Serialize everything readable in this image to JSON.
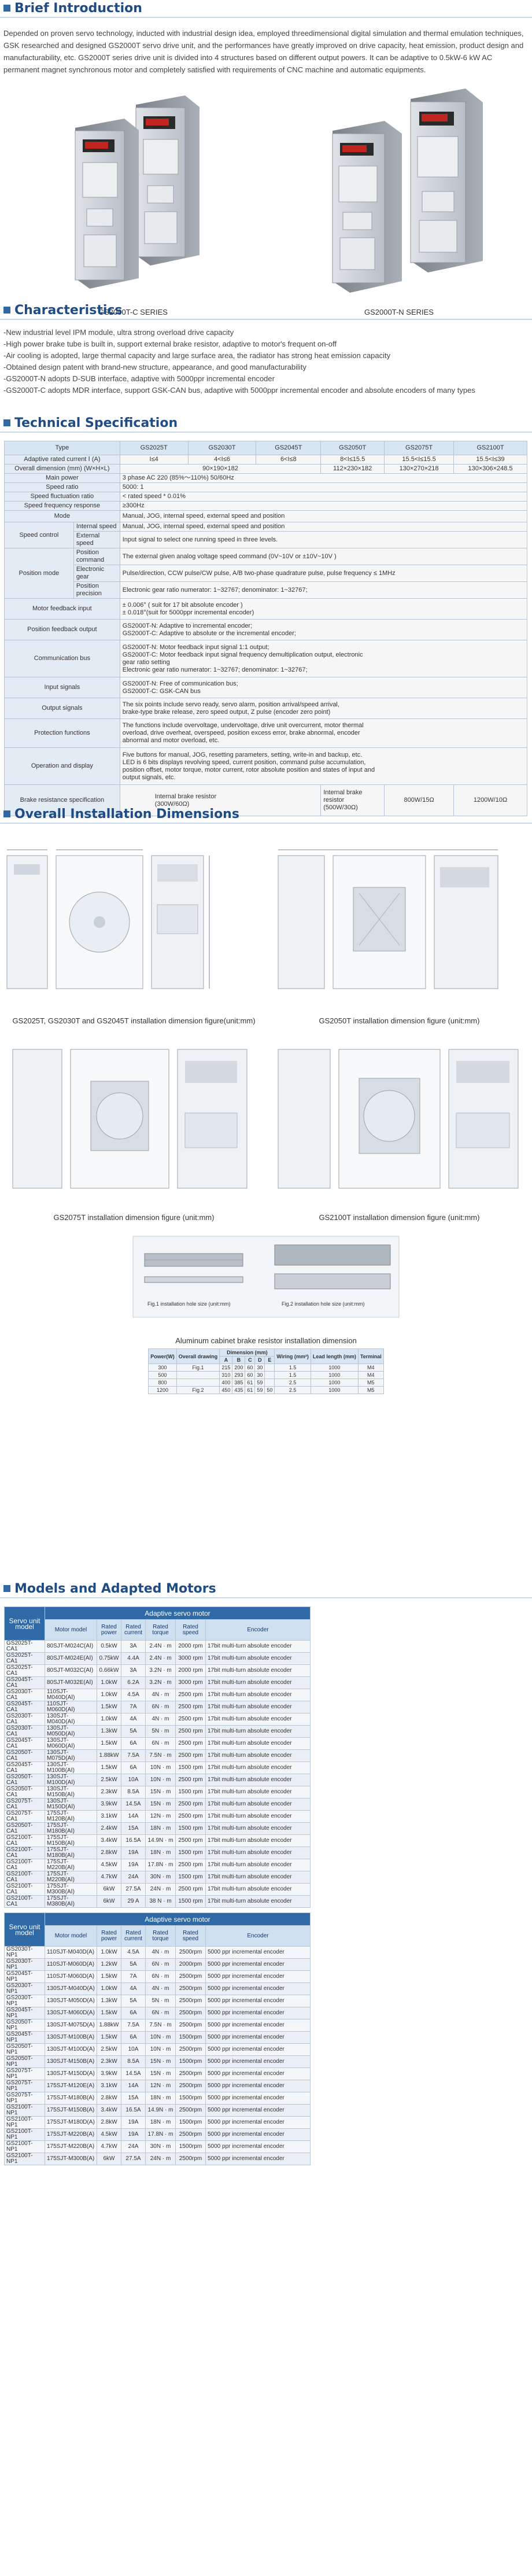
{
  "brief": {
    "title": "Brief Introduction",
    "text": "Depended on proven servo technology, inducted with industrial design idea, employed threedimensional digital simulation and thermal emulation techniques, GSK researched and designed GS2000T servo drive unit, and the performances have greatly improved on drive capacity, heat emission, product design and manufacturability, etc. GS2000T series drive unit is divided into 4 structures based on different output powers. It can be adaptive to 0.5kW-6 kW AC permanent magnet synchronous motor and completely satisfied with requirements of CNC machine and automatic equipments.",
    "products": [
      "GS2000T-C SERIES",
      "GS2000T-N SERIES"
    ]
  },
  "characteristics": {
    "title": "Characteristics",
    "items": [
      "-New industrial level IPM module, ultra strong overload drive capacity",
      "-High power brake tube is built in, support external brake resistor, adaptive to motor's frequent on-off",
      "-Air cooling is adopted, large thermal capacity and large surface area, the radiator has strong heat emission capacity",
      "-Obtained design patent with brand-new structure, appearance, and good manufacturability",
      "-GS2000T-N adopts D-SUB interface, adaptive with 5000ppr incremental encoder",
      "-GS2000T-C adopts MDR interface, support GSK-CAN bus, adaptive with 5000ppr incremental encoder and absolute encoders of many types"
    ]
  },
  "spec": {
    "title": "Technical Specification",
    "headers": [
      "Type",
      "GS2025T",
      "GS2030T",
      "GS2045T",
      "GS2050T",
      "GS2075T",
      "GS2100T"
    ],
    "rated_current": {
      "label": "Adaptive rated current Ⅰ (A)",
      "values": [
        "I≤4",
        "4<I≤6",
        "6<I≤8",
        "8<I≤15.5",
        "15.5<I≤15.5",
        "15.5<I≤39"
      ]
    },
    "dimension": {
      "label": "Overall dimension (mm) (W×H×L)",
      "values": [
        "90×190×182",
        "112×230×182",
        "130×270×218",
        "130×306×248.5"
      ]
    },
    "rows": [
      {
        "label": "Main power",
        "value": "3 phase AC 220 (85%～110%) 50/60Hz"
      },
      {
        "label": "Speed ratio",
        "value": "5000: 1"
      },
      {
        "label": "Speed fluctuation ratio",
        "value": "< rated speed * 0.01%"
      },
      {
        "label": "Speed frequency response",
        "value": "≥300Hz"
      },
      {
        "label": "Mode",
        "value": "Manual, JOG, internal speed, external speed and position"
      }
    ],
    "speed_control": {
      "label": "Speed control",
      "rows": [
        {
          "sub": "Internal speed",
          "value": "Manual, JOG, internal speed, external speed and position"
        },
        {
          "sub": "External speed",
          "value": "Input signal to select one running speed in three levels."
        }
      ]
    },
    "position_mode": {
      "label": "Position mode",
      "rows": [
        {
          "sub": "Position command",
          "value": "The external given analog voltage speed command (0V~10V or ±10V~10V )"
        },
        {
          "sub": "Electronic gear",
          "value": "Pulse/direction, CCW pulse/CW pulse, A/B two-phase quadrature pulse, pulse frequency ≤ 1MHz"
        },
        {
          "sub": "Position precision",
          "value": "Electronic gear ratio numerator: 1~32767; denominator: 1~32767;"
        }
      ]
    },
    "motor_feedback": {
      "label": "Motor feedback input",
      "lines": [
        "± 0.006° ( suit for 17 bit absolute encoder )",
        "± 0.018°(suit for 5000ppr incremental encoder)"
      ]
    },
    "position_output": {
      "label": "Position feedback output",
      "lines": [
        "GS2000T-N: Adaptive to incremental encoder;",
        "GS2000T-C: Adaptive to absolute or the incremental encoder;"
      ]
    },
    "comm_bus": {
      "label": "Communication bus",
      "lines": [
        "GS2000T-N: Motor feedback input signal 1:1 output;",
        "GS2000T-C: Motor feedback input signal frequency demultiplication output, electronic",
        "gear ratio setting",
        "Electronic gear ratio numerator: 1~32767; denominator: 1~32767;"
      ]
    },
    "input_signals": {
      "label": "Input signals",
      "lines": [
        "GS2000T-N: Free of communication bus;",
        "GS2000T-C: GSK-CAN bus"
      ]
    },
    "output_signals": {
      "label": "Output signals",
      "lines": [
        "The six points include servo ready, servo alarm, position arrival/speed arrival,",
        "brake-type brake release, zero speed output, Z pulse (encoder zero point)"
      ]
    },
    "protection": {
      "label": "Protection functions",
      "lines": [
        "The functions include overvoltage, undervoltage, drive unit overcurrent, motor thermal",
        "overload, drive overheat, overspeed, position excess error, brake abnormal, encoder",
        "abnormal and motor overload, etc."
      ]
    },
    "operation": {
      "label": "Operation and display",
      "lines": [
        "Five buttons for manual, JOG, resetting parameters, setting, write-in and backup, etc.",
        "LED is 6 bits displays revolving speed, current position, command pulse accumulation,",
        "position offset, motor torque, motor current, rotor absolute position and states of input and",
        "output signals, etc."
      ]
    },
    "brake": {
      "label": "Brake resistance specification",
      "c1": [
        "Internal brake resistor",
        "(300W/60Ω)"
      ],
      "c2": [
        "Internal brake",
        "resistor",
        "(500W/30Ω)"
      ],
      "c3": "800W/15Ω",
      "c4": "1200W/10Ω"
    }
  },
  "installation": {
    "title": "Overall Installation Dimensions",
    "captions": [
      "GS2025T, GS2030T and GS2045T installation dimension figure(unit:mm)",
      "GS2050T installation dimension figure (unit:mm)",
      "GS2075T installation dimension figure (unit:mm)",
      "GS2100T installation dimension figure (unit:mm)"
    ],
    "fig1": "Fig.1 installation hole size (unit:mm)",
    "fig2": "Fig.2 installation hole size (unit:mm)",
    "brake_caption": "Aluminum cabinet brake resistor installation dimension",
    "brake_table": {
      "headers": [
        "Power(W)",
        "Overall drawing",
        "Dimension (mm)",
        "Wiring (mm²)",
        "Lead length (mm)",
        "Terminal"
      ],
      "dim_sub": [
        "A",
        "B",
        "C",
        "D",
        "E"
      ],
      "rows": [
        [
          "300",
          "Fig.1",
          "215",
          "200",
          "60",
          "30",
          "",
          "1.5",
          "1000",
          "M4"
        ],
        [
          "500",
          "",
          "310",
          "293",
          "60",
          "30",
          "",
          "1.5",
          "1000",
          "M4"
        ],
        [
          "800",
          "",
          "400",
          "385",
          "61",
          "59",
          "",
          "2.5",
          "1000",
          "M5"
        ],
        [
          "1200",
          "Fig.2",
          "450",
          "435",
          "61",
          "59",
          "50",
          "2.5",
          "1000",
          "M5"
        ]
      ]
    }
  },
  "models": {
    "title": "Models and Adapted Motors",
    "table_c": {
      "top": "Adaptive servo motor",
      "headers": [
        "Servo unit model",
        "Motor model",
        "Rated power",
        "Rated current",
        "Rated torque",
        "Rated speed",
        "Encoder"
      ],
      "rows": [
        [
          "GS2025T-CA1",
          "80SJT-M024C(AⅠ)",
          "0.5kW",
          "3A",
          "2.4N · m",
          "2000 rpm",
          "17bit multi-turn absolute encoder"
        ],
        [
          "GS2025T-CA1",
          "80SJT-M024E(AⅠ)",
          "0.75kW",
          "4.4A",
          "2.4N · m",
          "3000 rpm",
          "17bit multi-turn absolute encoder"
        ],
        [
          "GS2025T-CA1",
          "80SJT-M032C(AⅠ)",
          "0.66kW",
          "3A",
          "3.2N · m",
          "2000 rpm",
          "17bit multi-turn absolute encoder"
        ],
        [
          "GS2045T-CA1",
          "80SJT-M032E(AⅠ)",
          "1.0kW",
          "6.2A",
          "3.2N · m",
          "3000 rpm",
          "17bit multi-turn absolute encoder"
        ],
        [
          "GS2030T-CA1",
          "110SJT-M040D(AⅠ)",
          "1.0kW",
          "4.5A",
          "4N · m",
          "2500 rpm",
          "17bit multi-turn absolute encoder"
        ],
        [
          "GS2045T-CA1",
          "110SJT-M060D(AⅠ)",
          "1.5kW",
          "7A",
          "6N · m",
          "2500 rpm",
          "17bit multi-turn absolute encoder"
        ],
        [
          "GS2030T-CA1",
          "130SJT-M040D(AⅠ)",
          "1.0kW",
          "4A",
          "4N · m",
          "2500 rpm",
          "17bit multi-turn absolute encoder"
        ],
        [
          "GS2030T-CA1",
          "130SJT-M050D(AⅠ)",
          "1.3kW",
          "5A",
          "5N · m",
          "2500 rpm",
          "17bit multi-turn absolute encoder"
        ],
        [
          "GS2045T-CA1",
          "130SJT-M060D(AⅠ)",
          "1.5kW",
          "6A",
          "6N · m",
          "2500 rpm",
          "17bit multi-turn absolute encoder"
        ],
        [
          "GS2050T-CA1",
          "130SJT-M075D(AⅠ)",
          "1.88kW",
          "7.5A",
          "7.5N · m",
          "2500 rpm",
          "17bit multi-turn absolute encoder"
        ],
        [
          "GS2045T-CA1",
          "130SJT-M100B(AⅠ)",
          "1.5kW",
          "6A",
          "10N · m",
          "1500 rpm",
          "17bit multi-turn absolute encoder"
        ],
        [
          "GS2050T-CA1",
          "130SJT-M100D(AⅠ)",
          "2.5kW",
          "10A",
          "10N · m",
          "2500 rpm",
          "17bit multi-turn absolute encoder"
        ],
        [
          "GS2050T-CA1",
          "130SJT-M150B(AⅠ)",
          "2.3kW",
          "8.5A",
          "15N · m",
          "1500 rpm",
          "17bit multi-turn absolute encoder"
        ],
        [
          "GS2075T-CA1",
          "130SJT-M150D(AⅠ)",
          "3.9kW",
          "14.5A",
          "15N · m",
          "2500 rpm",
          "17bit multi-turn absolute encoder"
        ],
        [
          "GS2075T-CA1",
          "175SJT-M120B(AⅠ)",
          "3.1kW",
          "14A",
          "12N · m",
          "2500 rpm",
          "17bit multi-turn absolute encoder"
        ],
        [
          "GS2050T-CA1",
          "175SJT-M180B(AⅠ)",
          "2.4kW",
          "15A",
          "18N · m",
          "1500 rpm",
          "17bit multi-turn absolute encoder"
        ],
        [
          "GS2100T-CA1",
          "175SJT-M150B(AⅠ)",
          "3.4kW",
          "16.5A",
          "14.9N · m",
          "2500 rpm",
          "17bit multi-turn absolute encoder"
        ],
        [
          "GS2100T-CA1",
          "175SJT-M180B(AⅠ)",
          "2.8kW",
          "19A",
          "18N · m",
          "1500 rpm",
          "17bit multi-turn absolute encoder"
        ],
        [
          "GS2100T-CA1",
          "175SJT-M220B(AⅠ)",
          "4.5kW",
          "19A",
          "17.8N · m",
          "2500 rpm",
          "17bit multi-turn absolute encoder"
        ],
        [
          "GS2100T-CA1",
          "175SJT-M220B(AⅠ)",
          "4.7kW",
          "24A",
          "30N · m",
          "1500 rpm",
          "17bit multi-turn absolute encoder"
        ],
        [
          "GS2100T-CA1",
          "175SJT-M300B(AⅠ)",
          "6kW",
          "27.5A",
          "24N · m",
          "2500 rpm",
          "17bit multi-turn absolute encoder"
        ],
        [
          "GS2100T-CA1",
          "175SJT-M380B(AⅠ)",
          "6kW",
          "29 A",
          "38 N · m",
          "1500 rpm",
          "17bit multi-turn absolute encoder"
        ]
      ]
    },
    "table_n": {
      "top": "Adaptive servo motor",
      "headers": [
        "Servo unit model",
        "Motor model",
        "Rated power",
        "Rated current",
        "Rated torque",
        "Rated speed",
        "Encoder"
      ],
      "rows": [
        [
          "GS2030T-NP1",
          "110SJT-M040D(A)",
          "1.0kW",
          "4.5A",
          "4N · m",
          "2500rpm",
          "5000 ppr incremental encoder"
        ],
        [
          "GS2030T-NP1",
          "110SJT-M060D(A)",
          "1.2kW",
          "5A",
          "6N · m",
          "2000rpm",
          "5000 ppr incremental encoder"
        ],
        [
          "GS2045T-NP1",
          "110SJT-M060D(A)",
          "1.5kW",
          "7A",
          "6N · m",
          "2500rpm",
          "5000 ppr incremental encoder"
        ],
        [
          "GS2030T-NP1",
          "130SJT-M040D(A)",
          "1.0kW",
          "4A",
          "4N · m",
          "2500rpm",
          "5000 ppr incremental encoder"
        ],
        [
          "GS2030T-NP1",
          "130SJT-M050D(A)",
          "1.3kW",
          "5A",
          "5N · m",
          "2500rpm",
          "5000 ppr incremental encoder"
        ],
        [
          "GS2045T-NP1",
          "130SJT-M060D(A)",
          "1.5kW",
          "6A",
          "6N · m",
          "2500rpm",
          "5000 ppr incremental encoder"
        ],
        [
          "GS2050T-NP1",
          "130SJT-M075D(A)",
          "1.88kW",
          "7.5A",
          "7.5N · m",
          "2500rpm",
          "5000 ppr incremental encoder"
        ],
        [
          "GS2045T-NP1",
          "130SJT-M100B(A)",
          "1.5kW",
          "6A",
          "10N · m",
          "1500rpm",
          "5000 ppr incremental encoder"
        ],
        [
          "GS2050T-NP1",
          "130SJT-M100D(A)",
          "2.5kW",
          "10A",
          "10N · m",
          "2500rpm",
          "5000 ppr incremental encoder"
        ],
        [
          "GS2050T-NP1",
          "130SJT-M150B(A)",
          "2.3kW",
          "8.5A",
          "15N · m",
          "1500rpm",
          "5000 ppr incremental encoder"
        ],
        [
          "GS2075T-NP1",
          "130SJT-M150D(A)",
          "3.9kW",
          "14.5A",
          "15N · m",
          "2500rpm",
          "5000 ppr incremental encoder"
        ],
        [
          "GS2075T-NP1",
          "175SJT-M120E(A)",
          "3.1kW",
          "14A",
          "12N · m",
          "2500rpm",
          "5000 ppr incremental encoder"
        ],
        [
          "GS2075T-NP1",
          "175SJT-M180B(A)",
          "2.8kW",
          "15A",
          "18N · m",
          "1500rpm",
          "5000 ppr incremental encoder"
        ],
        [
          "GS2100T-NP1",
          "175SJT-M150B(A)",
          "3.4kW",
          "16.5A",
          "14.9N · m",
          "2500rpm",
          "5000 ppr incremental encoder"
        ],
        [
          "GS2100T-NP1",
          "175SJT-M180D(A)",
          "2.8kW",
          "19A",
          "18N · m",
          "1500rpm",
          "5000 ppr incremental encoder"
        ],
        [
          "GS2100T-NP1",
          "175SJT-M220B(A)",
          "4.5kW",
          "19A",
          "17.8N · m",
          "2500rpm",
          "5000 ppr incremental encoder"
        ],
        [
          "GS2100T-NP1",
          "175SJT-M220B(A)",
          "4.7kW",
          "24A",
          "30N · m",
          "1500rpm",
          "5000 ppr incremental encoder"
        ],
        [
          "GS2100T-NP1",
          "175SJT-M300B(A)",
          "6kW",
          "27.5A",
          "24N · m",
          "2500rpm",
          "5000 ppr incremental encoder"
        ]
      ]
    }
  }
}
